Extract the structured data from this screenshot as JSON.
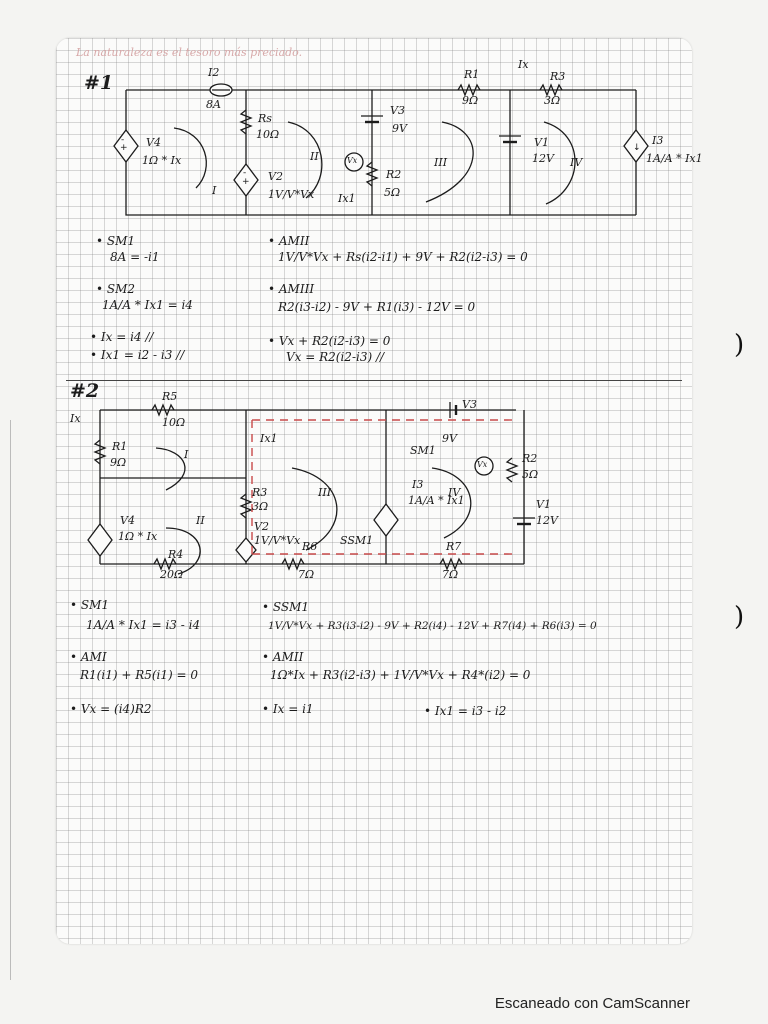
{
  "header_faded": "La naturaleza es el tesoro más preciado.",
  "problem1": {
    "number": "#1",
    "labels": {
      "I2": "I2",
      "I2_value": "8A",
      "Ix": "Ix",
      "R1": "R1",
      "R1_value": "9Ω",
      "R3": "R3",
      "R3_value": "3Ω",
      "Rs": "Rs",
      "Rs_value": "10Ω",
      "V3": "V3",
      "V3_value": "9V",
      "V4": "V4",
      "V4_value": "1Ω * Ix",
      "V2": "V2",
      "V2_value": "1V/V*Vx",
      "R2": "R2",
      "R2_value": "5Ω",
      "Vx": "Vx",
      "Ix1": "Ix1",
      "V1": "V1",
      "V1_value": "12V",
      "I3": "I3",
      "I3_value": "1A/A * Ix1",
      "mesh_I": "I",
      "mesh_II": "II",
      "mesh_III": "III",
      "mesh_IV": "IV"
    },
    "equations": {
      "sm1_title": "• SM1",
      "sm1_eq": "8A = -i1",
      "sm2_title": "• SM2",
      "sm2_eq": "1A/A * Ix1 = i4",
      "ix_eq": "• Ix = i4 //",
      "ix1_eq": "• Ix1 = i2 - i3 //",
      "am2_title": "• AMII",
      "am2_eq": "1V/V*Vx + Rs(i2-i1) + 9V + R2(i2-i3) = 0",
      "am3_title": "• AMIII",
      "am3_eq": "R2(i3-i2) - 9V + R1(i3) - 12V = 0",
      "vx_eq1": "• Vx + R2(i2-i3) = 0",
      "vx_eq2": "Vx = R2(i2-i3) //"
    }
  },
  "problem2": {
    "number": "#2",
    "labels": {
      "Ix": "Ix",
      "R5": "R5",
      "R5_value": "10Ω",
      "R1": "R1",
      "R1_value": "9Ω",
      "V3": "V3",
      "V3_value": "9V",
      "Ix1": "Ix1",
      "SM1": "SM1",
      "R2": "R2",
      "R2_value": "5Ω",
      "Vx": "Vx",
      "R3": "R3",
      "R3_value": "3Ω",
      "I3": "I3",
      "I3_value": "1A/A * Ix1",
      "V1": "V1",
      "V1_value": "12V",
      "V4": "V4",
      "V4_value": "1Ω * Ix",
      "V2": "V2",
      "V2_value": "1V/V*Vx",
      "R6": "R6",
      "R6_value": "7Ω",
      "R4": "R4",
      "R4_value": "20Ω",
      "R7": "R7",
      "R7_value": "7Ω",
      "SSM1": "SSM1",
      "mesh_I": "I",
      "mesh_II": "II",
      "mesh_III": "III",
      "mesh_IV": "IV"
    },
    "equations": {
      "sm1_title": "• SM1",
      "sm1_eq": "1A/A * Ix1 = i3 - i4",
      "am1_title": "• AMI",
      "am1_eq": "R1(i1) + R5(i1) = 0",
      "vx_eq": "• Vx = (i4)R2",
      "ssm1_title": "• SSM1",
      "ssm1_eq": "1V/V*Vx + R3(i3-i2) - 9V + R2(i4) - 12V + R7(i4) + R6(i3) = 0",
      "am2_title": "• AMII",
      "am2_eq": "1Ω*Ix + R3(i2-i3) + 1V/V*Vx + R4*(i2) = 0",
      "ix_eq": "• Ix = i1",
      "ix1_eq": "• Ix1 = i3 - i2"
    }
  },
  "footer": "Escaneado con CamScanner",
  "colors": {
    "ink": "#1c1c1c",
    "dashed_red": "#c84a4a",
    "grid": "#9a9a9a"
  }
}
